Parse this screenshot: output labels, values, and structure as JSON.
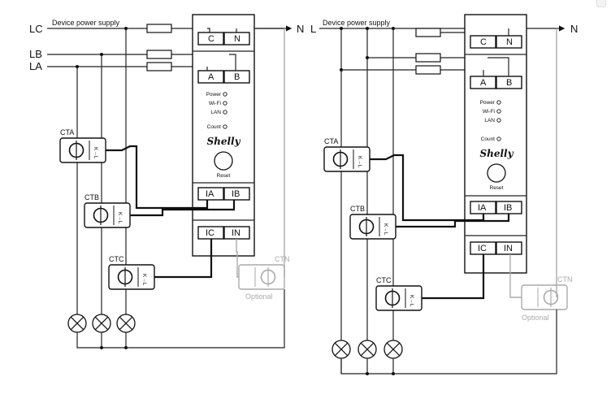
{
  "left": {
    "lines": {
      "lc": "LC",
      "lb": "LB",
      "la": "LA",
      "n": "N"
    },
    "supply_label": "Device power supply",
    "terminals": {
      "c": "C",
      "n": "N",
      "a": "A",
      "b": "B",
      "ia": "IA",
      "ib": "IB",
      "ic": "IC",
      "in": "IN"
    },
    "leds": {
      "power": "Power",
      "wifi": "Wi-Fi",
      "lan": "LAN",
      "count": "Count"
    },
    "brand": "Shelly",
    "reset": "Reset",
    "clamps": {
      "cta": "CTA",
      "ctb": "CTB",
      "ctc": "CTC",
      "ctn": "CTN"
    },
    "optional": "Optional",
    "arrow_label": "K→L"
  },
  "right": {
    "lines": {
      "l": "L",
      "n": "N"
    },
    "supply_label": "Device power supply",
    "terminals": {
      "c": "C",
      "n": "N",
      "a": "A",
      "b": "B",
      "ia": "IA",
      "ib": "IB",
      "ic": "IC",
      "in": "IN"
    },
    "leds": {
      "power": "Power",
      "wifi": "Wi-Fi",
      "lan": "LAN",
      "count": "Count"
    },
    "brand": "Shelly",
    "reset": "Reset",
    "clamps": {
      "cta": "CTA",
      "ctb": "CTB",
      "ctc": "CTC",
      "ctn": "CTN"
    },
    "optional": "Optional",
    "arrow_label": "K→L"
  },
  "colors": {
    "wire": "#222222",
    "optional": "#aaaaaa"
  }
}
